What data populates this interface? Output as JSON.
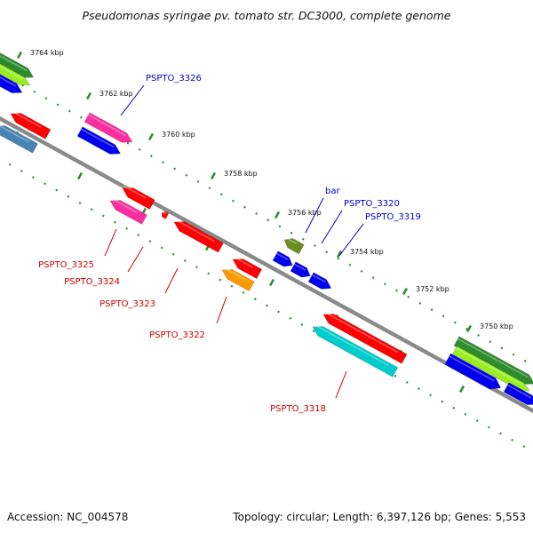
{
  "title": "Pseudomonas syringae pv. tomato str. DC3000, complete genome",
  "footer": {
    "accession": "Accession: NC_004578",
    "summary": "Topology: circular; Length: 6,397,126 bp; Genes: 5,553"
  },
  "colors": {
    "backbone": "#7f7f7f",
    "tick": "#2e8b2e",
    "label_reverse": "#cc0000",
    "label_forward": "#0000cc"
  },
  "ticks": [
    "3764 kbp",
    "3762 kbp",
    "3760 kbp",
    "3758 kbp",
    "3756 kbp",
    "3754 kbp",
    "3752 kbp",
    "3750 kbp"
  ],
  "gene_labels": [
    {
      "text": "PSPTO_3326",
      "strand": "forward"
    },
    {
      "text": "bar",
      "strand": "forward"
    },
    {
      "text": "PSPTO_3320",
      "strand": "forward"
    },
    {
      "text": "PSPTO_3319",
      "strand": "forward"
    },
    {
      "text": "PSPTO_3325",
      "strand": "reverse"
    },
    {
      "text": "PSPTO_3324",
      "strand": "reverse"
    },
    {
      "text": "PSPTO_3323",
      "strand": "reverse"
    },
    {
      "text": "PSPTO_3322",
      "strand": "reverse"
    },
    {
      "text": "PSPTO_3318",
      "strand": "reverse"
    }
  ],
  "feature_colors": {
    "red": "#ff0000",
    "pink": "#ff2da0",
    "blue": "#0000ee",
    "steelblue": "#4682b4",
    "orange": "#ff9900",
    "cyan": "#00cccc",
    "olive": "#6b8e23",
    "lime": "#99ee22",
    "green": "#2e8b2e"
  }
}
